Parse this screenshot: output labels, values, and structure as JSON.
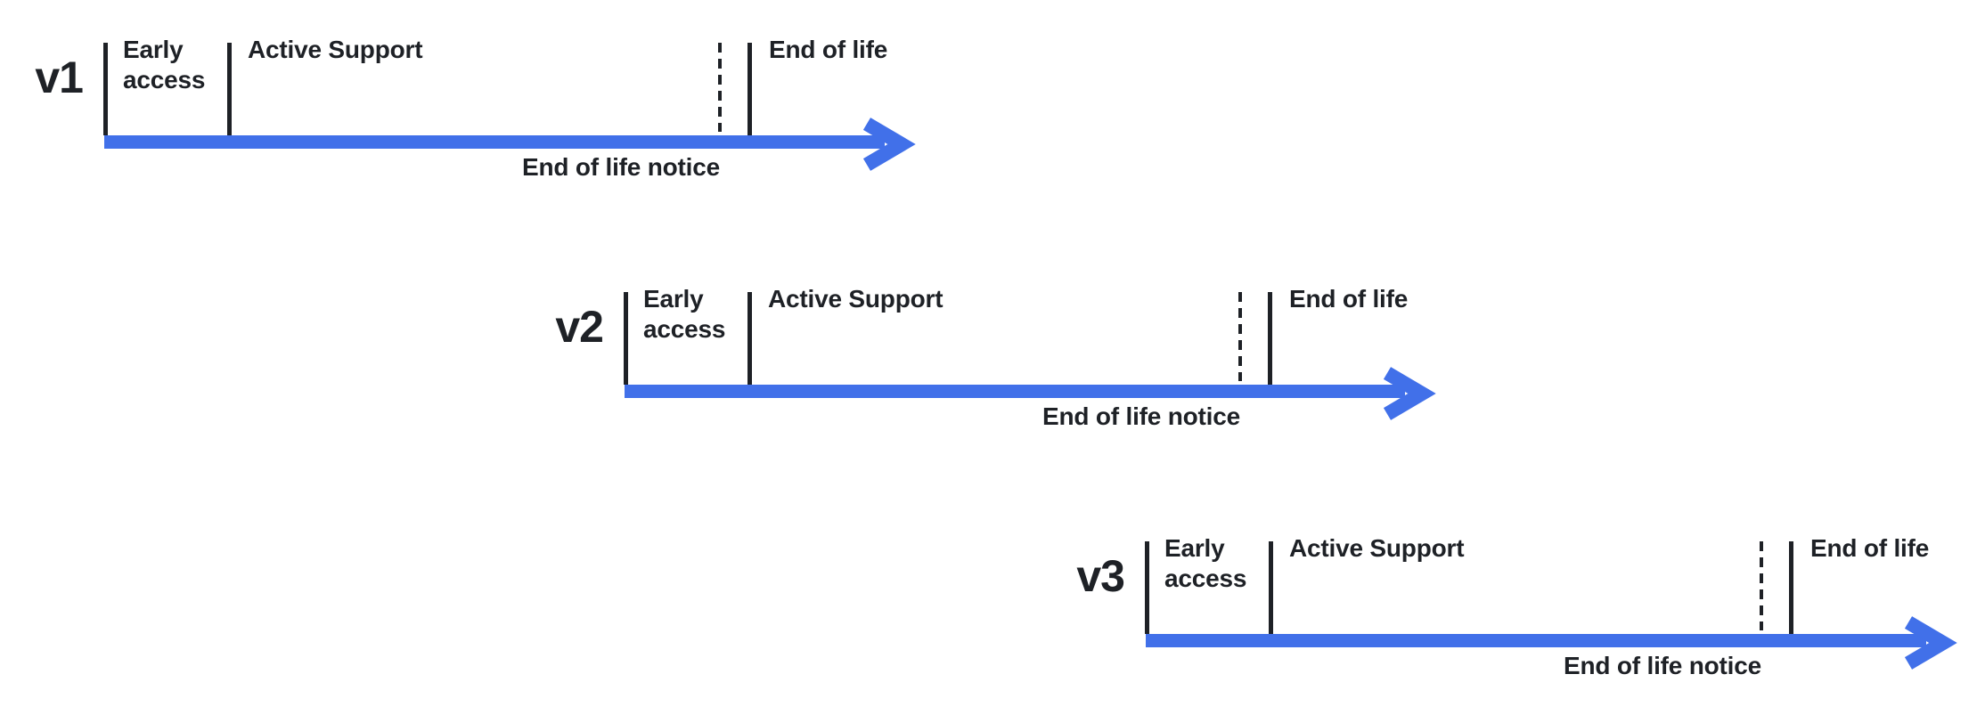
{
  "diagram": {
    "type": "timeline",
    "description": "Version release lifecycle timelines for v1, v2 and v3, each with early access, active support, end of life notice and end of life phases",
    "colors": {
      "accent": "#4170E9",
      "ink": "#1E2126",
      "background": "#FFFFFF"
    },
    "rows": [
      {
        "version": "v1",
        "early_access_label": "Early access",
        "active_support_label": "Active Support",
        "end_of_life_notice_label": "End of life notice",
        "end_of_life_label": "End of life"
      },
      {
        "version": "v2",
        "early_access_label": "Early access",
        "active_support_label": "Active Support",
        "end_of_life_notice_label": "End of life notice",
        "end_of_life_label": "End of life"
      },
      {
        "version": "v3",
        "early_access_label": "Early access",
        "active_support_label": "Active Support",
        "end_of_life_notice_label": "End of life notice",
        "end_of_life_label": "End of life"
      }
    ]
  }
}
